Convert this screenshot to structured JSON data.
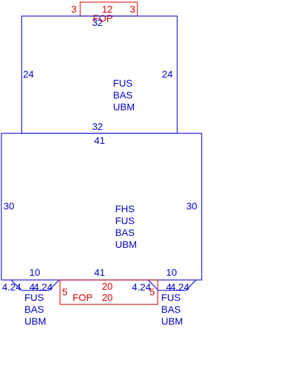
{
  "colors": {
    "structure": "#0000c8",
    "flange": "#e00000"
  },
  "top_flange": {
    "left": "3",
    "width": "12",
    "right": "3",
    "label": "FOP"
  },
  "upper_box": {
    "top": "32",
    "left": "24",
    "right": "24",
    "bottom": "32",
    "materials": [
      "FUS",
      "BAS",
      "UBM"
    ]
  },
  "main_box": {
    "top": "41",
    "left": "30",
    "right": "30",
    "materials": [
      "FHS",
      "FUS",
      "BAS",
      "UBM"
    ],
    "bottom_left": "10",
    "bottom_center": "41",
    "bottom_right": "10"
  },
  "left_foot": {
    "dims": [
      "4.24",
      "4",
      "4.24"
    ],
    "materials": [
      "FUS",
      "BAS",
      "UBM"
    ]
  },
  "bottom_flange": {
    "left": "5",
    "top": "20",
    "bottom": "20",
    "right": "5",
    "label": "FOP"
  },
  "right_foot": {
    "dims": [
      "4.24",
      "4",
      "4.24"
    ],
    "materials": [
      "FUS",
      "BAS",
      "UBM"
    ]
  }
}
